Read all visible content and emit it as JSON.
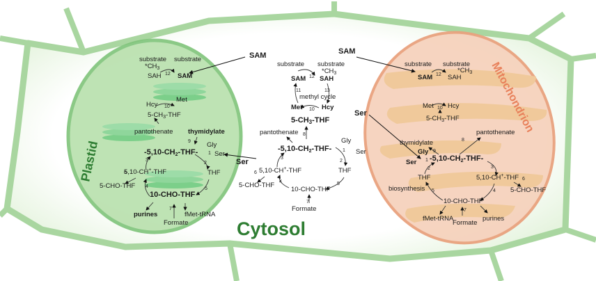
{
  "compartments": {
    "cytosol": "Cytosol",
    "plastid": "Plastid",
    "mitochondrion": "Mitochondrion"
  },
  "colors": {
    "cell_wall": "#a9d6a0",
    "plastid_fill": "#b8e0ac",
    "plastid_border": "#7fc47a",
    "thylakoid": "#7ccf8a",
    "mito_fill": "#f6d2bd",
    "mito_border": "#e9a27e",
    "mito_inner": "#f0c99b",
    "cytosol_title": "#2e7d32",
    "mito_title": "#e8805a"
  },
  "plastid": {
    "substrate_ch3": "substrate\n*CH3",
    "substrate": "substrate",
    "sah": "SAH",
    "sam": "SAM",
    "met": "Met",
    "hcy": "Hcy",
    "methyl_thf": "5-CH3-THF",
    "pantothenate": "pantothenate",
    "thymidylate": "thymidylate",
    "methylene_thf": "5,10-CH2-THF",
    "gly": "Gly",
    "ser": "Ser",
    "methenyl_thf": "5,10-CH+-THF",
    "thf": "THF",
    "formyl5_thf": "5-CHO-THF",
    "formyl10_thf": "10-CHO-THF",
    "purines": "purines",
    "formate": "Formate",
    "fmet_trna": "fMet-tRNA"
  },
  "cytosol": {
    "sam_left": "SAM",
    "sam_right": "SAM",
    "ser_left": "Ser",
    "ser_right": "Ser",
    "substrate": "substrate",
    "substrate_ch3": "substrate\n*CH3",
    "sam": "SAM",
    "sah": "SAH",
    "methyl_cycle": "methyl cycle",
    "met": "Met",
    "hcy": "Hcy",
    "methyl_thf": "5-CH3-THF",
    "pantothenate": "pantothenate",
    "methylene_thf": "5,10-CH2-THF",
    "gly": "Gly",
    "ser": "Ser",
    "methenyl_thf": "5,10-CH+-THF",
    "thf": "THF",
    "formyl5_thf": "5-CHO-THF",
    "formyl10_thf": "10-CHO-THF",
    "formate": "Formate"
  },
  "mitochondrion": {
    "substrate": "substrate",
    "substrate_ch3": "substrate\n*CH3",
    "sam": "SAM",
    "sah": "SAH",
    "met": "Met",
    "hcy": "Hcy",
    "methyl_thf": "5-CH3-THF",
    "thymidylate": "thymidylate",
    "pantothenate": "pantothenate",
    "gly": "Gly",
    "ser": "Ser",
    "methylene_thf": "5,10-CH2-THF",
    "thf": "THF",
    "methenyl_thf": "5,10-CH+-THF",
    "formyl5_thf": "5-CHO-THF",
    "biosynthesis": "biosynthesis",
    "formyl10_thf": "10-CHO-THF",
    "fmet_trna": "fMet-tRNA",
    "formate": "Formate",
    "purines": "purines"
  },
  "step_numbers": [
    "1",
    "2",
    "3",
    "4",
    "5",
    "6",
    "7",
    "8",
    "9",
    "10",
    "11",
    "12",
    "13"
  ]
}
